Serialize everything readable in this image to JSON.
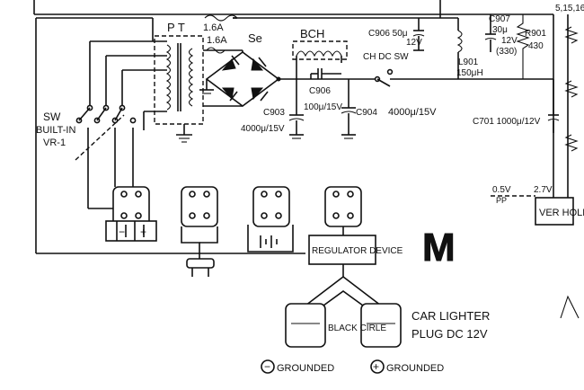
{
  "labels": {
    "pt": "P T",
    "fuse1": "1.6A",
    "fuse2": "1.6A",
    "se": "Se",
    "bch": "BCH",
    "c906_top": "C906 50μ",
    "c906_top_v": "12V",
    "l901": "L901",
    "l901_val": "150μH",
    "c907": "C907",
    "c907_val": "30μ",
    "c907_v": "12V",
    "c907_extra": "(330)",
    "r901": "R901",
    "r901_val": "430",
    "ch_dc_sw": "CH DC SW",
    "c906": "C906",
    "c906_val": "100μ/15V",
    "c903": "C903",
    "c903_val": "4000μ/15V",
    "c904": "C904",
    "c904_val": "4000μ/15V",
    "c701": "C701 1000μ/12V",
    "sw": "SW",
    "built_in": "BUILT-IN",
    "vr1": "VR-1",
    "minus": "−",
    "plus": "+",
    "regulator_device": "REGULATOR DEVICE",
    "m_mark": "M",
    "volt_05": "0.5V",
    "pp": "PP",
    "volt_27": "2.7V",
    "ver_hold": "VER HOLD",
    "car_lighter": "CAR LIGHTER",
    "plug_dc": "PLUG  DC 12V",
    "black_cirle": "BLACK CIRLE",
    "neg_grounded": "GROUNDED",
    "pos_grounded": "GROUNDED",
    "corner_num": "5,15,16",
    "neg_symbol": "−",
    "pos_symbol": "+"
  }
}
